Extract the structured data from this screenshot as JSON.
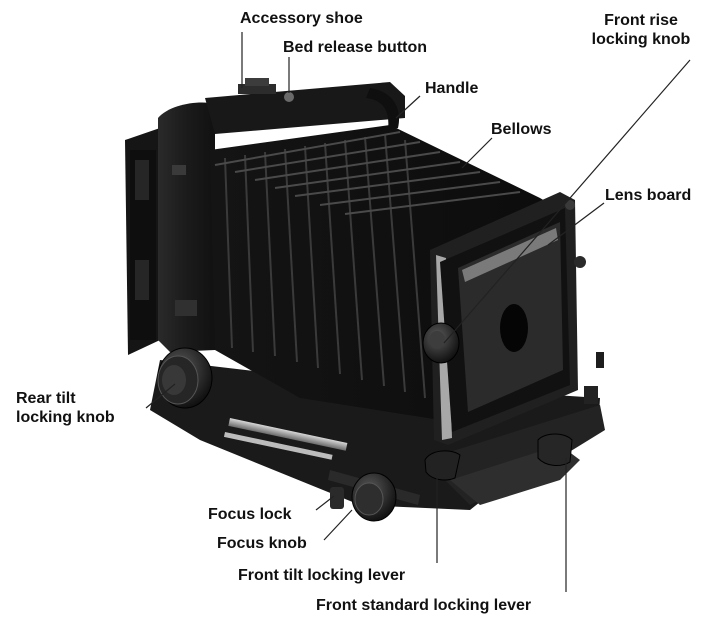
{
  "labels": {
    "accessory_shoe": "Accessory shoe",
    "bed_release_button": "Bed release button",
    "handle": "Handle",
    "bellows": "Bellows",
    "front_rise_locking_knob_line1": "Front rise",
    "front_rise_locking_knob_line2": "locking knob",
    "lens_board": "Lens board",
    "rear_tilt_locking_knob_line1": "Rear tilt",
    "rear_tilt_locking_knob_line2": "locking knob",
    "focus_lock": "Focus lock",
    "focus_knob": "Focus knob",
    "front_tilt_locking_lever": "Front tilt locking lever",
    "front_standard_locking_lever": "Front standard locking lever"
  },
  "colors": {
    "background": "#ffffff",
    "label_text": "#111111",
    "leader_line": "#222222",
    "camera_body": "#1c1c1c",
    "bellows_dark": "#0f0f0f",
    "bellows_light": "#3a3a3a",
    "lens_board": "#262626",
    "metal_highlight": "#9a9a9a"
  }
}
